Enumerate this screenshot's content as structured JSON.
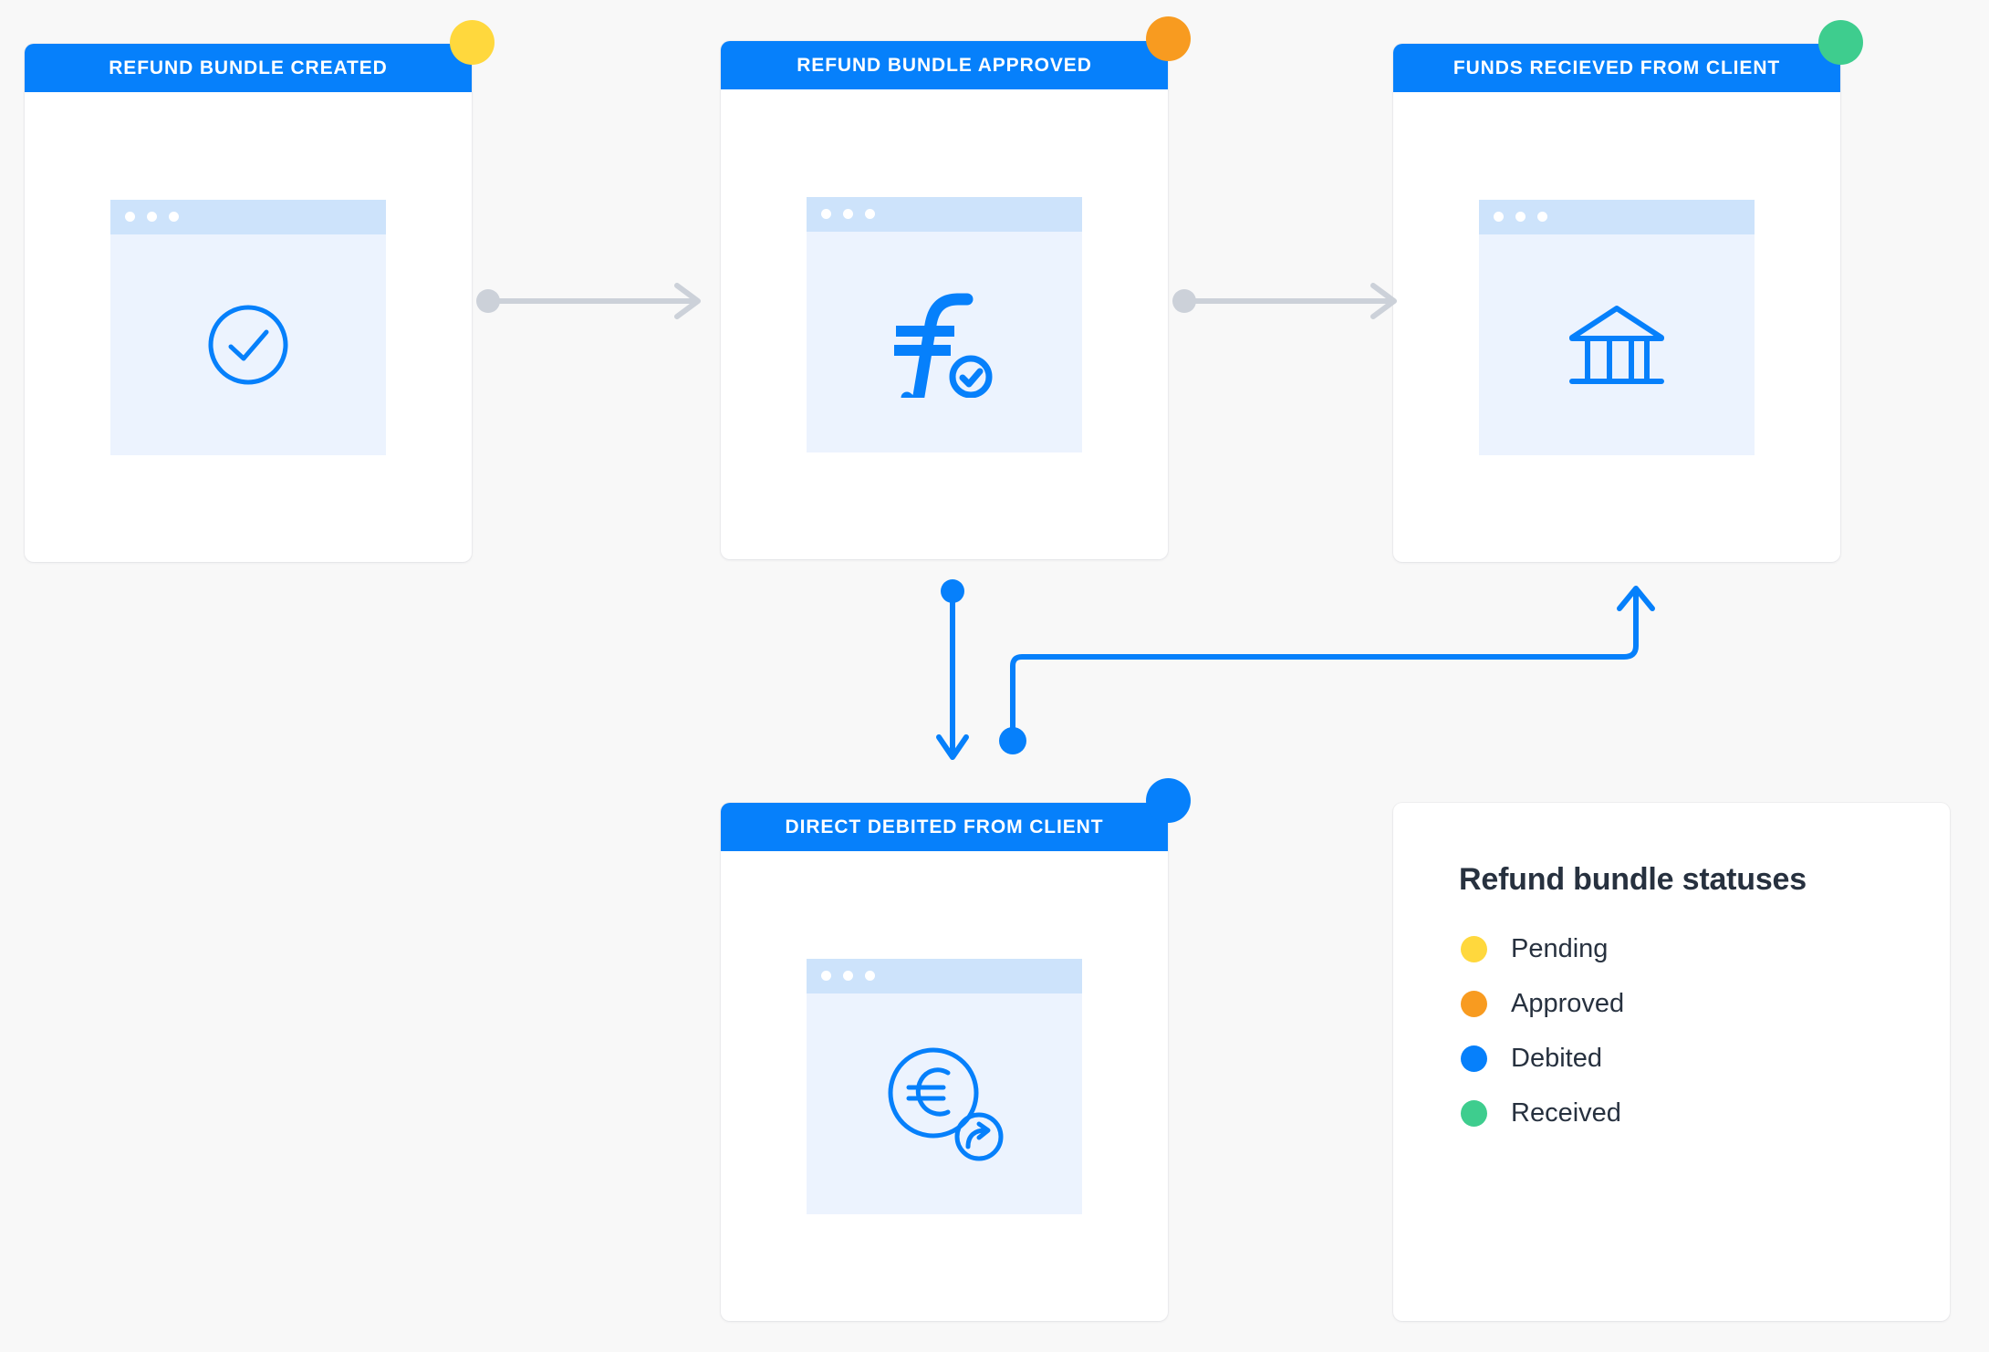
{
  "theme": {
    "background": "#f8f8f8",
    "card_background": "#ffffff",
    "header_blue": "#0680fb",
    "accent_blue": "#0680fb",
    "browser_bar": "#cde3fb",
    "browser_body": "#ecf3fe",
    "arrow_gray": "#ccd1d9",
    "text_dark": "#27313f"
  },
  "flow": {
    "cards": [
      {
        "title": "REFUND BUNDLE CREATED",
        "status_color": "#ffd83d",
        "status_name": "Pending",
        "icon": "check-circle-icon"
      },
      {
        "title": "REFUND BUNDLE APPROVED",
        "status_color": "#f89b20",
        "status_name": "Approved",
        "icon": "florin-approved-icon"
      },
      {
        "title": "FUNDS RECIEVED FROM CLIENT",
        "status_color": "#3ecd8e",
        "status_name": "Received",
        "icon": "bank-icon"
      },
      {
        "title": "DIRECT DEBITED FROM CLIENT",
        "status_color": "#0680fb",
        "status_name": "Debited",
        "icon": "euro-coin-forward-icon"
      }
    ],
    "connectors": [
      {
        "name": "arrow-card1-to-card2",
        "color": "#ccd1d9",
        "style": "straight-right"
      },
      {
        "name": "arrow-card2-to-card3",
        "color": "#ccd1d9",
        "style": "straight-right"
      },
      {
        "name": "arrow-card2-to-card4",
        "color": "#0680fb",
        "style": "straight-down"
      },
      {
        "name": "arrow-card4-to-card3",
        "color": "#0680fb",
        "style": "elbow-up-right"
      }
    ]
  },
  "legend": {
    "title": "Refund bundle statuses",
    "items": [
      {
        "label": "Pending",
        "color": "#ffd83d"
      },
      {
        "label": "Approved",
        "color": "#f89b20"
      },
      {
        "label": "Debited",
        "color": "#0680fb"
      },
      {
        "label": "Received",
        "color": "#3ecd8e"
      }
    ]
  }
}
